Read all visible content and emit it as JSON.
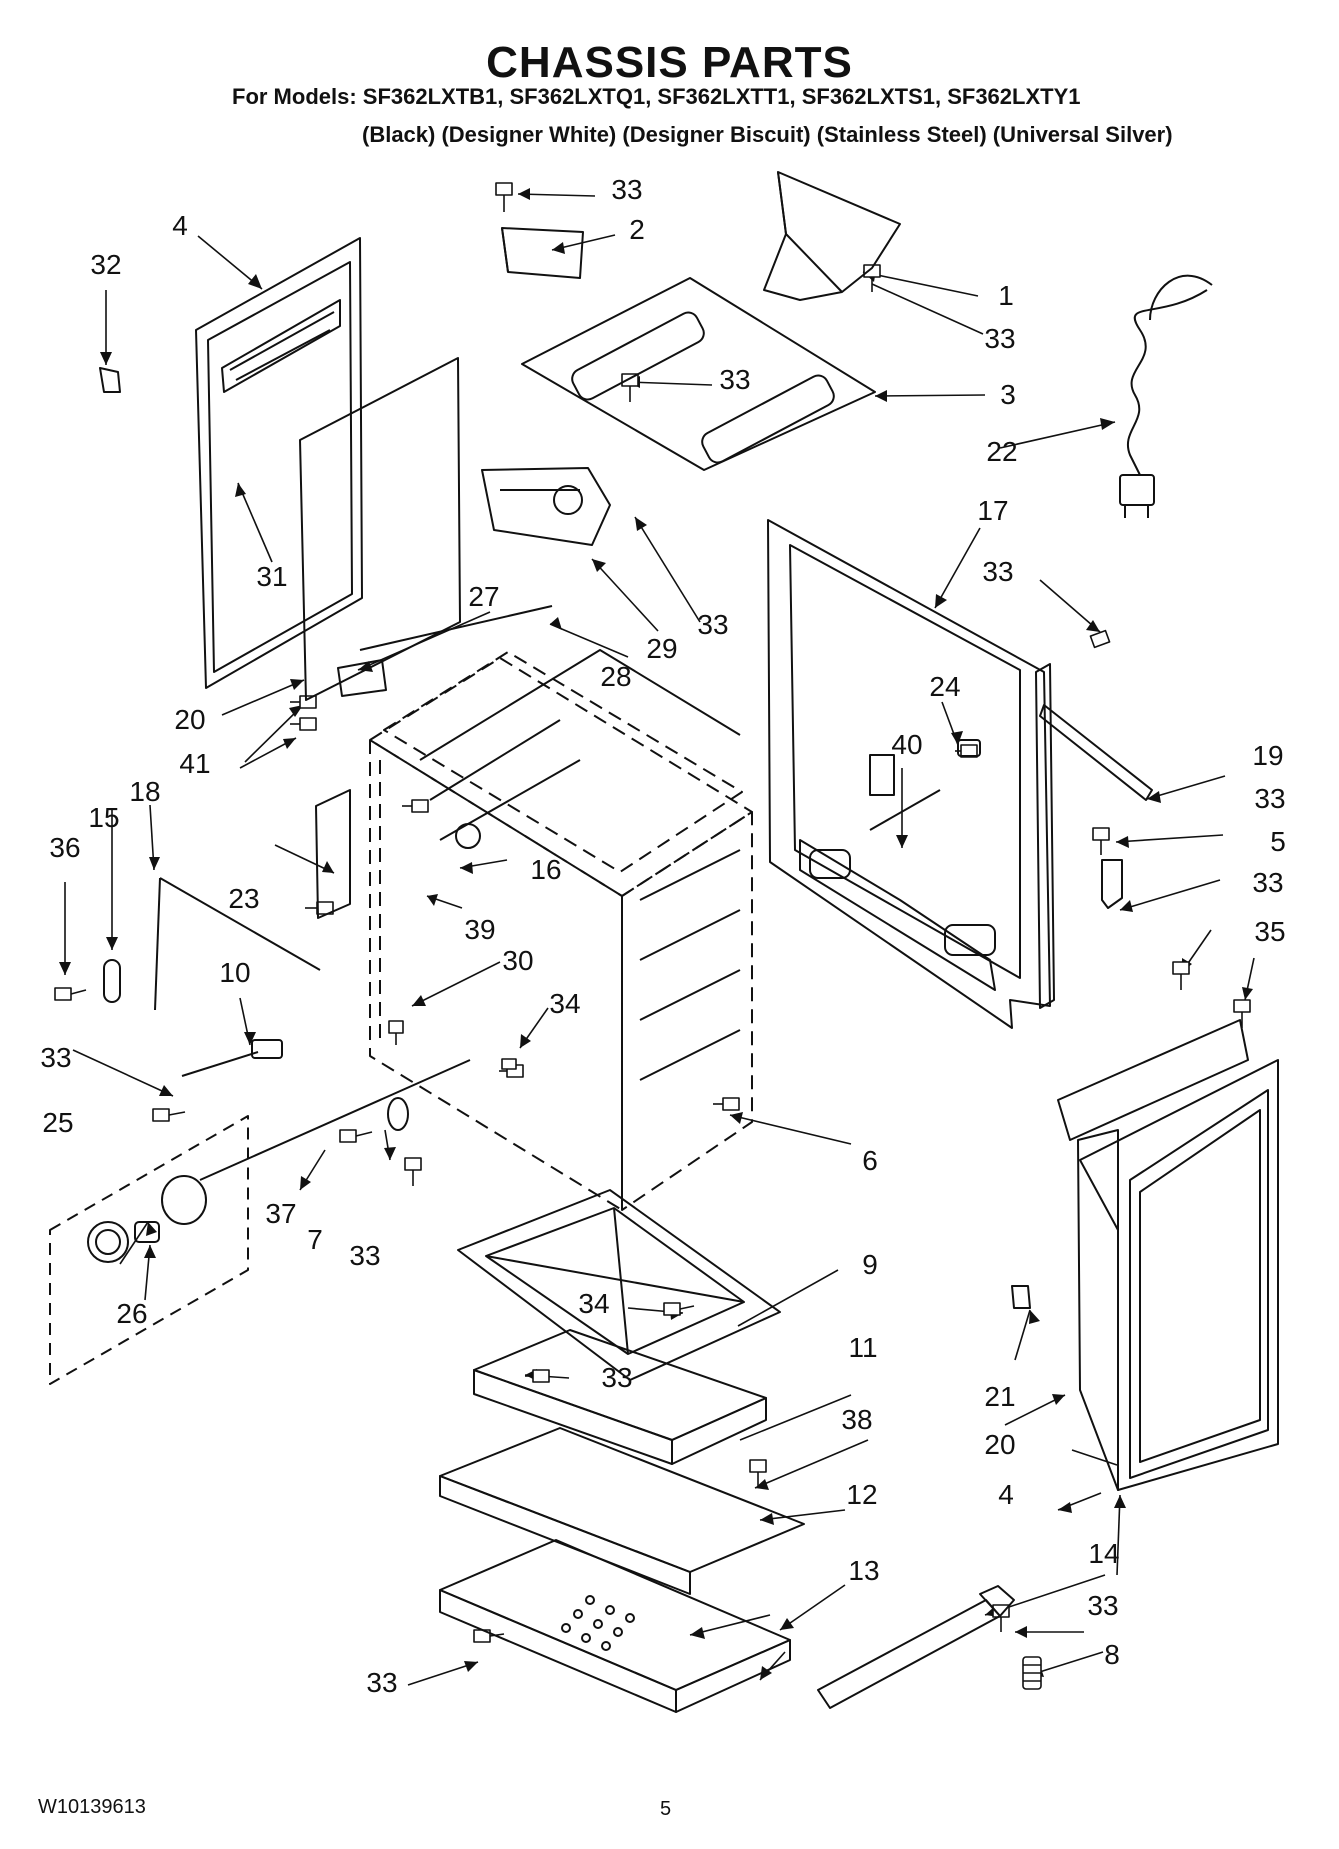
{
  "header": {
    "title": "CHASSIS PARTS",
    "models_line": "For Models: SF362LXTB1, SF362LXTQ1, SF362LXTT1, SF362LXTS1, SF362LXTY1",
    "colors_line": "(Black) (Designer White) (Designer Biscuit) (Stainless Steel) (Universal Silver)"
  },
  "footer": {
    "document_number": "W10139613",
    "page_number": "5"
  },
  "callouts": [
    "33",
    "2",
    "1",
    "33",
    "4",
    "32",
    "3",
    "33",
    "22",
    "31",
    "29",
    "33",
    "17",
    "33",
    "27",
    "28",
    "20",
    "41",
    "24",
    "19",
    "18",
    "15",
    "36",
    "40",
    "33",
    "5",
    "23",
    "16",
    "39",
    "33",
    "35",
    "10",
    "30",
    "34",
    "33",
    "6",
    "25",
    "37",
    "7",
    "33",
    "26",
    "9",
    "34",
    "21",
    "33",
    "11",
    "20",
    "38",
    "4",
    "12",
    "14",
    "13",
    "33",
    "8",
    "33"
  ]
}
